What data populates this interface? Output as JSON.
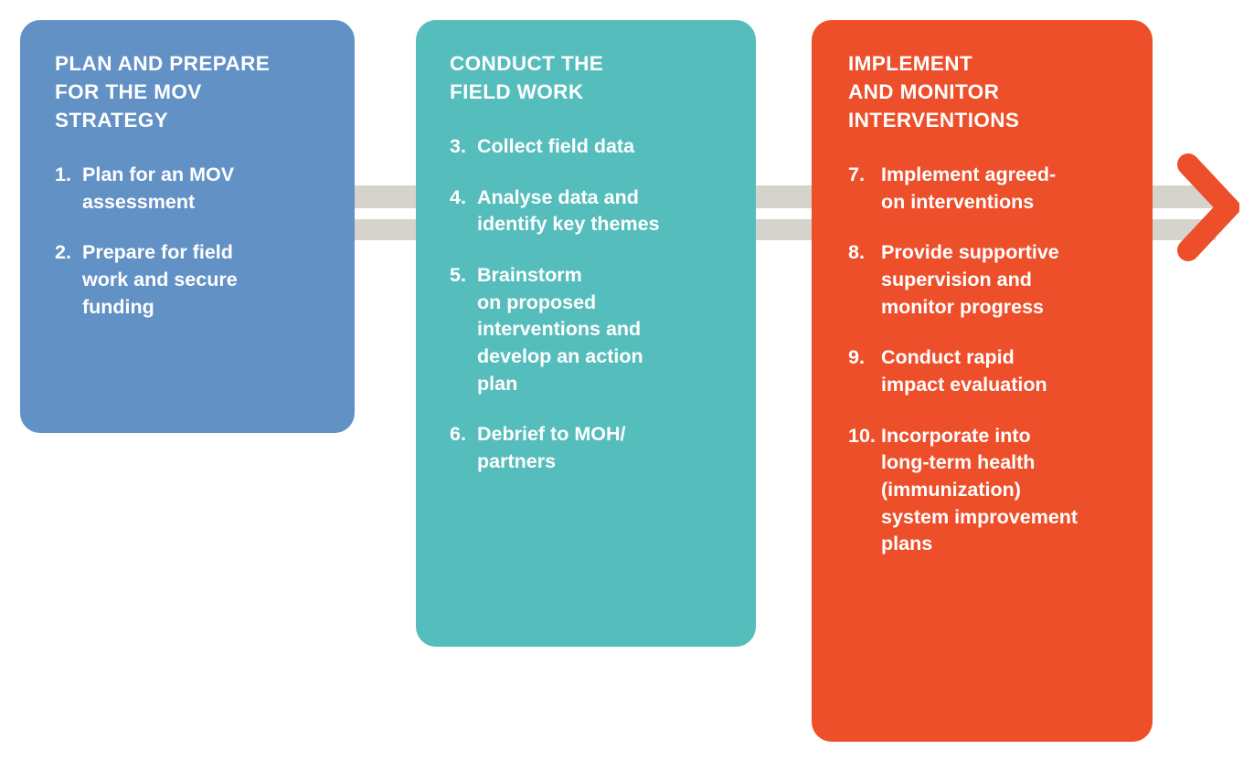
{
  "diagram": {
    "title": "MOV strategy ten-step process flow",
    "type": "process-flow",
    "orientation": "left-to-right",
    "colors": {
      "stage_1": "#6291c6",
      "stage_2": "#55bebc",
      "stage_3": "#ee4f2b",
      "connector": "#d6d3cd",
      "arrow_head": "#ee4f2b",
      "text": "#ffffff",
      "background": "#ffffff"
    },
    "connectors": [
      {
        "name": "connector-stage1-stage2",
        "from": "stage_1",
        "to": "stage_2",
        "style": "double-bar"
      },
      {
        "name": "connector-stage2-stage3",
        "from": "stage_2",
        "to": "stage_3",
        "style": "double-bar"
      },
      {
        "name": "connector-stage3-end",
        "from": "stage_3",
        "to": "arrow-head",
        "style": "double-bar-with-chevron"
      }
    ],
    "arrow_icon": "chevron-right-icon",
    "stages": [
      {
        "id": "plan",
        "title": "PLAN AND PREPARE\nFOR THE MOV\nSTRATEGY",
        "steps": [
          {
            "number": "1.",
            "text": "Plan for an MOV\nassessment"
          },
          {
            "number": "2.",
            "text": "Prepare for field\nwork and secure\nfunding"
          }
        ]
      },
      {
        "id": "fieldwork",
        "title": "CONDUCT THE\nFIELD WORK",
        "steps": [
          {
            "number": "3.",
            "text": "Collect field data"
          },
          {
            "number": "4.",
            "text": "Analyse data and\nidentify key themes"
          },
          {
            "number": "5.",
            "text": "Brainstorm\non proposed\ninterventions  and\ndevelop an action\nplan"
          },
          {
            "number": "6.",
            "text": "Debrief to MOH/\npartners"
          }
        ]
      },
      {
        "id": "implement",
        "title": "IMPLEMENT\nAND MONITOR\nINTERVENTIONS",
        "steps": [
          {
            "number": "7.",
            "text": "Implement agreed-\non interventions"
          },
          {
            "number": "8.",
            "text": "Provide supportive\nsupervision and\nmonitor progress"
          },
          {
            "number": "9.",
            "text": "Conduct rapid\nimpact evaluation"
          },
          {
            "number": "10.",
            "text": "Incorporate into\nlong-term  health\n(immunization)\nsystem improvement\nplans"
          }
        ]
      }
    ]
  }
}
